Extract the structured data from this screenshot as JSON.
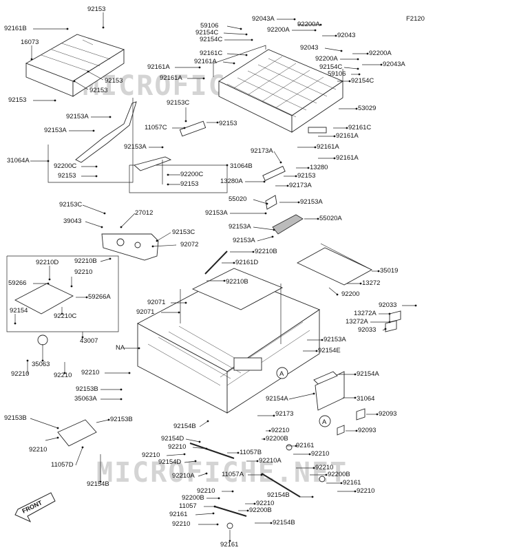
{
  "figure_code": "F2120",
  "watermark": "MICROFICHE.NET",
  "front_label": "FRONT",
  "callout_marker": "A",
  "part_labels": [
    "92153",
    "92161B",
    "16073",
    "92153",
    "92153",
    "92153",
    "59106",
    "92154C",
    "92154C",
    "92043A",
    "92200A",
    "92200A",
    "92043",
    "92161C",
    "92161A",
    "92161A",
    "92161A",
    "92043",
    "92200A",
    "92200A",
    "92043A",
    "92154C",
    "59106",
    "92154C",
    "53029",
    "92161C",
    "92161A",
    "92161A",
    "92161A",
    "92153C",
    "11057C",
    "92153",
    "92153A",
    "92153A",
    "31064A",
    "92200C",
    "92153",
    "92153A",
    "92200C",
    "92153",
    "31064B",
    "92173A",
    "13280",
    "92153",
    "13280A",
    "92173A",
    "55020",
    "92153A",
    "92153A",
    "92153A",
    "55020A",
    "92153A",
    "92153C",
    "27012",
    "39043",
    "92153C",
    "92072",
    "92210B",
    "92210B",
    "92161D",
    "92210B",
    "35019",
    "13272",
    "92200",
    "92210D",
    "92210",
    "59266",
    "59266A",
    "92154",
    "92210C",
    "43007",
    "92071",
    "92071",
    "NA",
    "92033",
    "13272A",
    "13272A",
    "92033",
    "92153A",
    "92154E",
    "35063",
    "92210",
    "92210",
    "92210",
    "92153B",
    "35063A",
    "92154A",
    "92154A",
    "31064",
    "92093",
    "92093",
    "92153B",
    "92153B",
    "92210",
    "11057D",
    "92154B",
    "92154B",
    "92173",
    "92154D",
    "92210",
    "92210",
    "92154D",
    "92210A",
    "11057B",
    "92210A",
    "92210",
    "92200B",
    "92161",
    "92210",
    "11057A",
    "92210",
    "92200B",
    "92161",
    "92210",
    "92210",
    "92200B",
    "92210",
    "11057",
    "92200B",
    "92154B",
    "92161",
    "92210",
    "92154B",
    "92161"
  ]
}
